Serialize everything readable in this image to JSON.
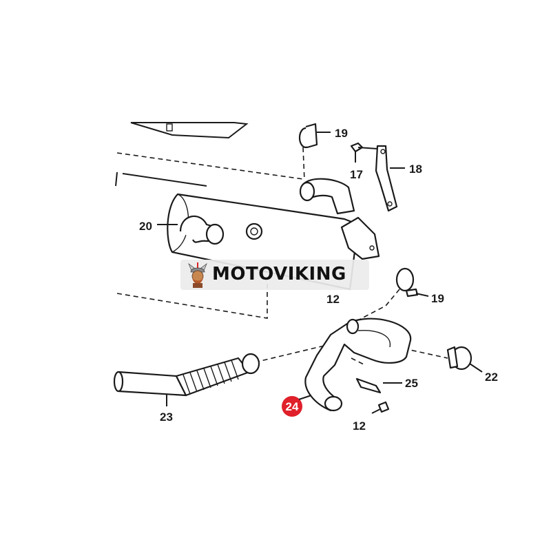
{
  "diagram": {
    "callouts": [
      {
        "id": "c19a",
        "text": "19"
      },
      {
        "id": "c17",
        "text": "17"
      },
      {
        "id": "c18",
        "text": "18"
      },
      {
        "id": "c20",
        "text": "20"
      },
      {
        "id": "c12a",
        "text": "12"
      },
      {
        "id": "c19b",
        "text": "19"
      },
      {
        "id": "c22",
        "text": "22"
      },
      {
        "id": "c25",
        "text": "25"
      },
      {
        "id": "c23",
        "text": "23"
      },
      {
        "id": "c24",
        "text": "24"
      },
      {
        "id": "c12b",
        "text": "12"
      }
    ],
    "highlight_color": "#e0202a"
  },
  "watermark": {
    "text": "MOTOVIKING"
  }
}
